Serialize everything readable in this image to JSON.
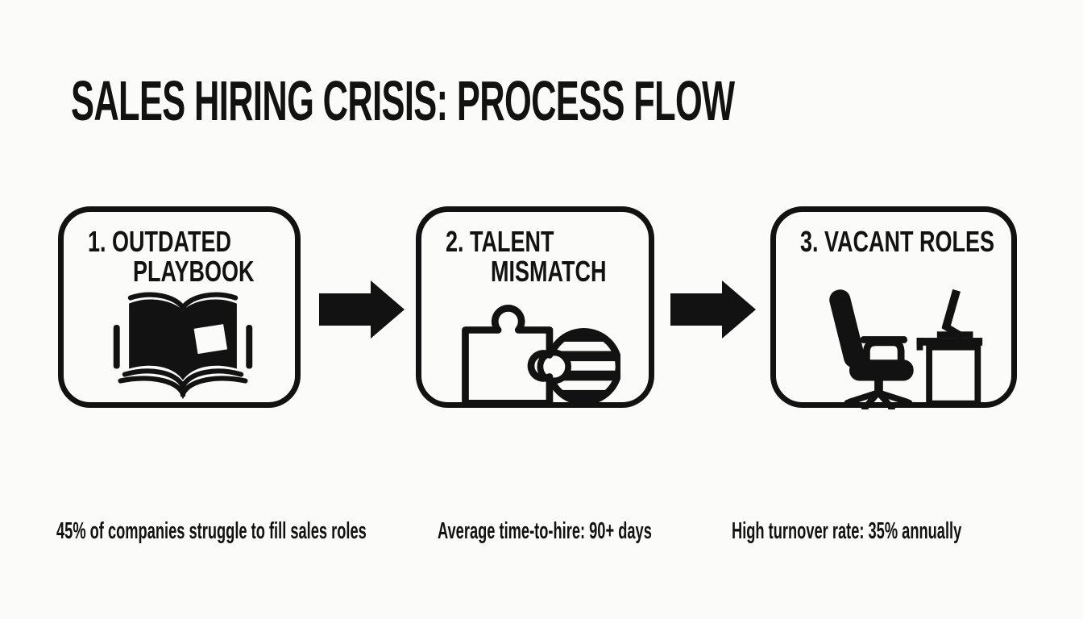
{
  "page": {
    "background_color": "#FBFBF9",
    "ink_color": "#121212"
  },
  "title": "SALES HIRING CRISIS: PROCESS FLOW",
  "steps": [
    {
      "label_line1": "1. OUTDATED",
      "label_line2": "PLAYBOOK",
      "icon": "open-book-icon",
      "stat": "45% of companies struggle to fill sales roles"
    },
    {
      "label_line1": "2. TALENT",
      "label_line2": "MISMATCH",
      "icon": "puzzle-globe-icon",
      "stat": "Average time-to-hire: 90+ days"
    },
    {
      "label_line1": "3. VACANT ROLES",
      "label_line2": "",
      "icon": "empty-desk-chair-icon",
      "stat": "High turnover rate: 35% annually"
    }
  ],
  "connectors": [
    {
      "icon": "arrow-right-icon"
    },
    {
      "icon": "arrow-right-icon"
    }
  ]
}
